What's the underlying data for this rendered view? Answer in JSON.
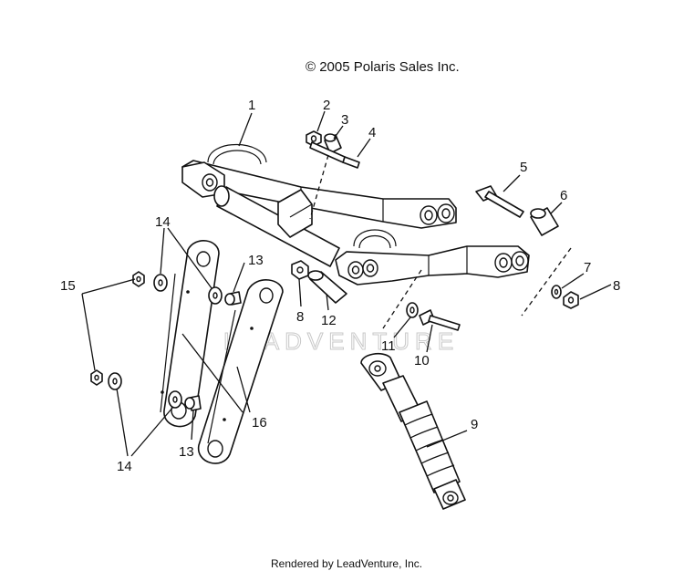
{
  "header": {
    "copyright": "© 2005 Polaris Sales Inc."
  },
  "footer": {
    "rendered_by": "Rendered by LeadVenture, Inc."
  },
  "watermark": {
    "text": "LEADVENTURE"
  },
  "callouts": {
    "c1": "1",
    "c2": "2",
    "c3": "3",
    "c4": "4",
    "c5": "5",
    "c6": "6",
    "c7": "7",
    "c8a": "8",
    "c8b": "8",
    "c9": "9",
    "c10": "10",
    "c11": "11",
    "c12": "12",
    "c13a": "13",
    "c13b": "13",
    "c14a": "14",
    "c14b": "14",
    "c15": "15",
    "c16": "16"
  },
  "colors": {
    "line": "#111111",
    "background": "#ffffff",
    "watermark": "#c8c8c8"
  }
}
